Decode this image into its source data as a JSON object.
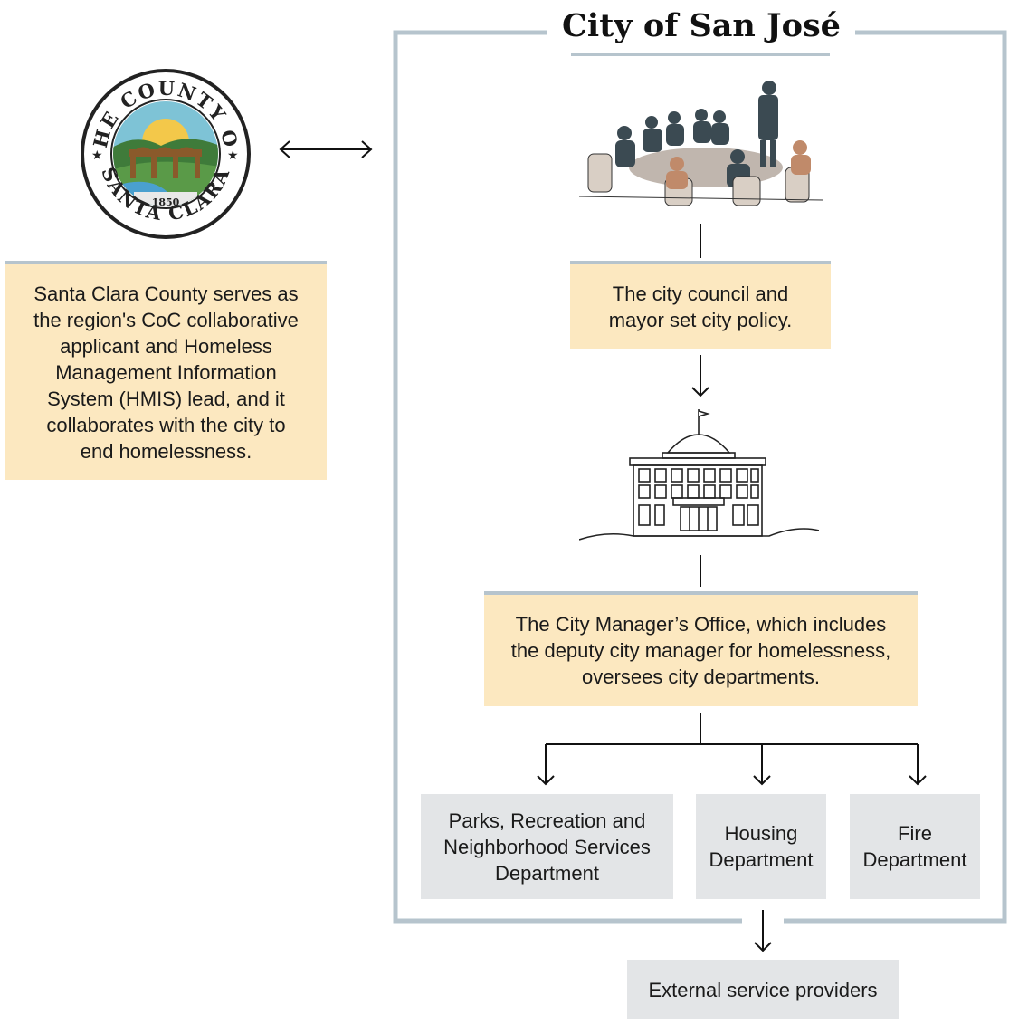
{
  "title": "City of San José",
  "county_seal": {
    "arc_top": "THE COUNTY OF",
    "arc_bottom": "SANTA CLARA",
    "year": "1850",
    "icon": "county-seal-icon"
  },
  "county_note": "Santa Clara County serves as\nthe region's CoC collaborative\napplicant and Homeless\nManagement Information\nSystem (HMIS) lead, and it\ncollaborates with the city to\nend homelessness.",
  "council_note": "The city council and\nmayor set city policy.",
  "manager_note": "The City Manager’s Office, which includes\nthe deputy city manager for homelessness,\noversees city departments.",
  "departments": [
    "Parks, Recreation and\nNeighborhood Services\nDepartment",
    "Housing\nDepartment",
    "Fire\nDepartment"
  ],
  "external": "External service providers",
  "icons": [
    "council-meeting-icon",
    "city-hall-icon",
    "arrow-both-icon",
    "arrow-down-icon"
  ],
  "colors": {
    "tan": "#fce8c0",
    "gray": "#e3e5e7",
    "frame": "#b6c4cd"
  }
}
